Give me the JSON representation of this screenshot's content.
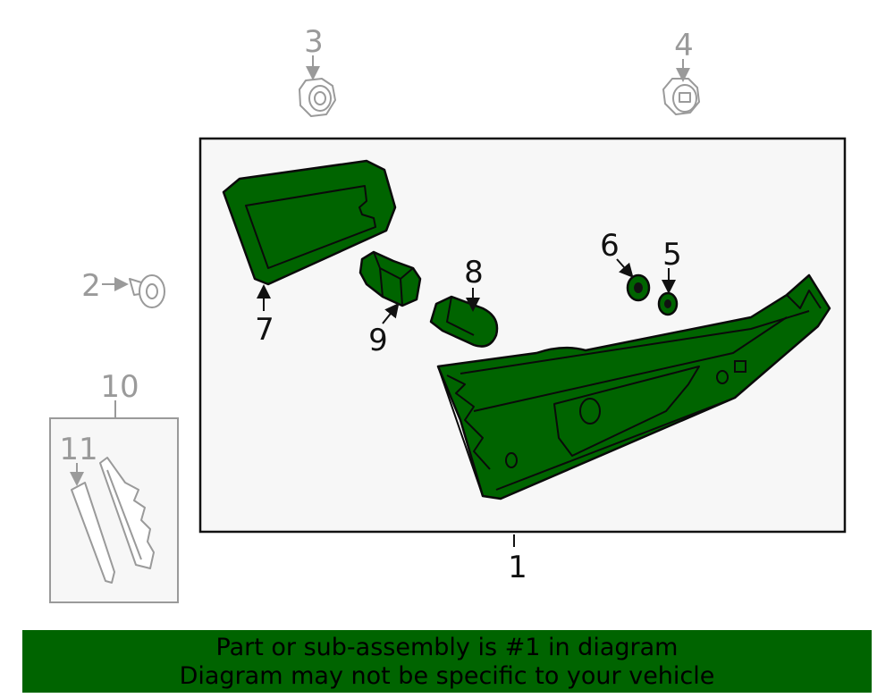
{
  "callouts": {
    "c1": "1",
    "c2": "2",
    "c3": "3",
    "c4": "4",
    "c5": "5",
    "c6": "6",
    "c7": "7",
    "c8": "8",
    "c9": "9",
    "c10": "10",
    "c11": "11"
  },
  "footer": {
    "line1": "Part or sub-assembly is #1 in diagram",
    "line2": "Diagram may not be specific to your vehicle"
  },
  "colors": {
    "highlight": "#006400",
    "assembly_box_bg": "#f7f7f7",
    "ghost": "#9a9a9a"
  }
}
